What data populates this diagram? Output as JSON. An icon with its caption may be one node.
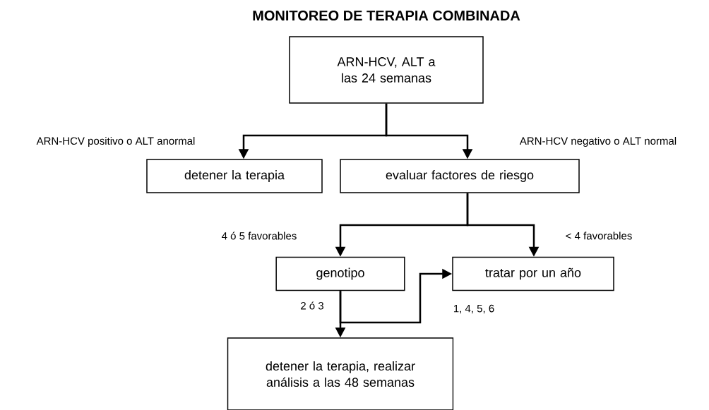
{
  "diagram": {
    "title": "MONITOREO DE TERAPIA COMBINADA",
    "nodes": [
      {
        "text": [
          "ARN-HCV, ALT a las 24 semanas"
        ]
      },
      {
        "text": [
          "detener la terapia"
        ]
      },
      {
        "text": [
          "evaluar factores de riesgo"
        ]
      },
      {
        "text": [
          "genotipo"
        ]
      },
      {
        "text": [
          "tratar por un año"
        ]
      },
      {
        "text": [
          "detener la terapia, realizar análisis a las 48 semanas"
        ]
      }
    ],
    "edges": [
      {
        "from": 0,
        "to": 1,
        "arrow": "to",
        "label": "ARN-HCV positivo o ALT anormal"
      },
      {
        "from": 0,
        "to": 2,
        "arrow": "to",
        "label": "ARN-HCV negativo o ALT normal"
      },
      {
        "from": 2,
        "to": 3,
        "arrow": "to",
        "label": "4 ó 5 favorables"
      },
      {
        "from": 2,
        "to": 4,
        "arrow": "to",
        "label": "< 4 favorables"
      },
      {
        "from": 3,
        "to": 5,
        "arrow": "to",
        "label": "2 ó 3"
      },
      {
        "from": 3,
        "to": 4,
        "arrow": "to",
        "label": "1, 4, 5, 6"
      }
    ]
  }
}
